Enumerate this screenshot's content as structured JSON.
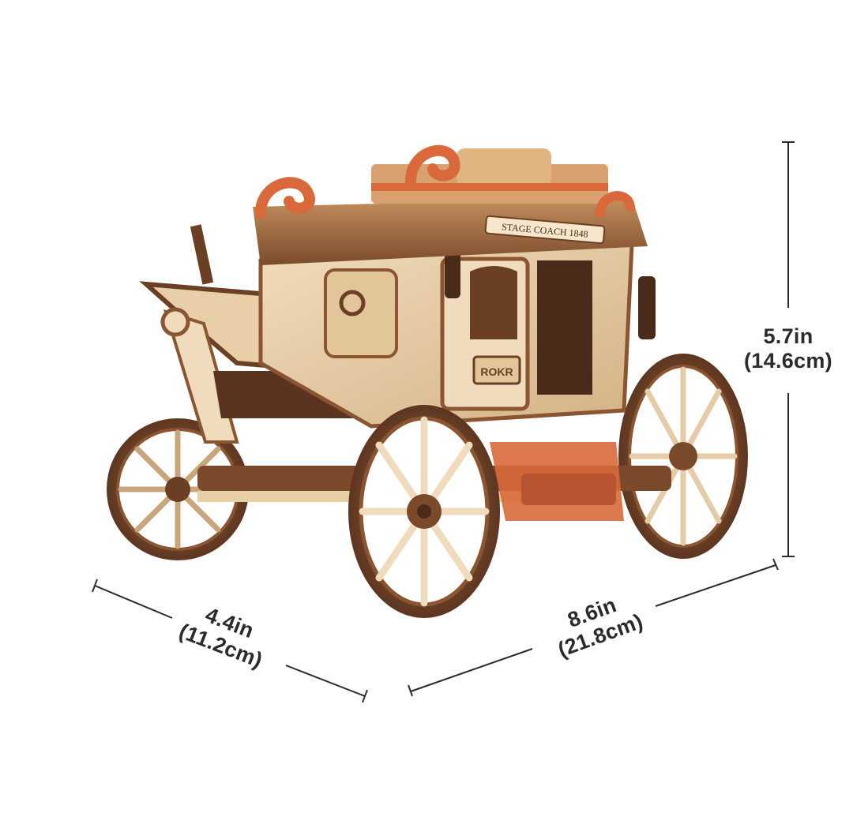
{
  "product": {
    "brand_plate": "ROKR",
    "roof_plate": "STAGE COACH 1848"
  },
  "dimensions": {
    "height": {
      "imperial": "5.7in",
      "metric": "(14.6cm)"
    },
    "length": {
      "imperial": "8.6in",
      "metric": "(21.8cm)"
    },
    "width": {
      "imperial": "4.4in",
      "metric": "(11.2cm)"
    }
  },
  "colors": {
    "dark_wood": "#6b3f24",
    "mid_wood": "#8a5530",
    "light_wood": "#e8cfa8",
    "orange_accent": "#d9683a",
    "dimension_line": "#2b2b2b"
  }
}
